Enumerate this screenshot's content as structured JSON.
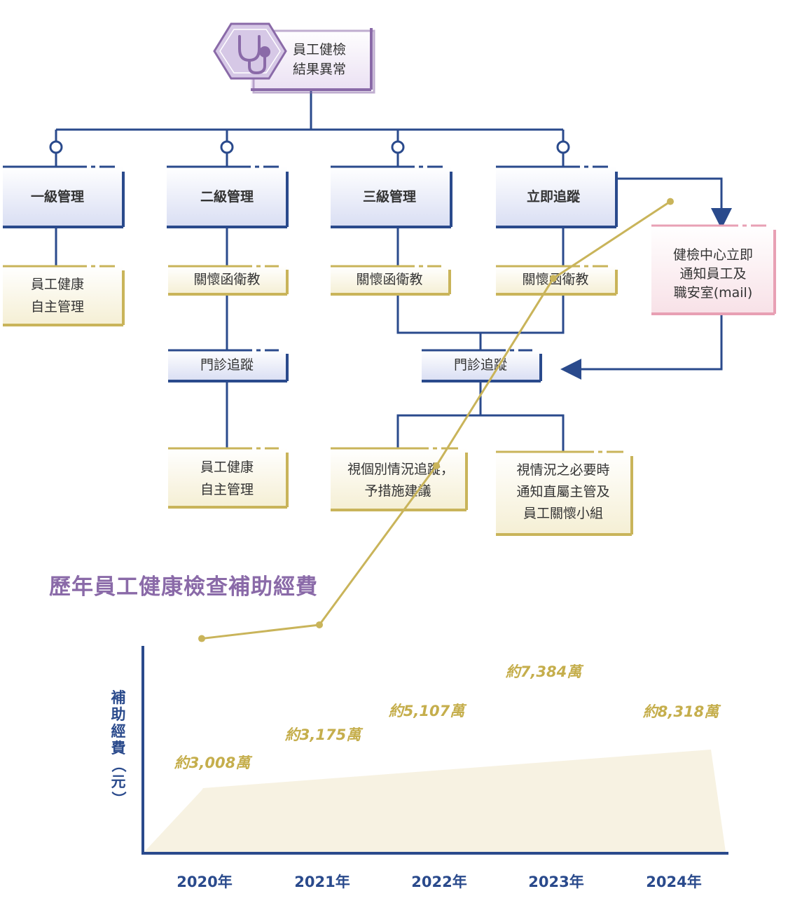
{
  "flowchart": {
    "root": {
      "lines": [
        "員工健檢",
        "結果異常"
      ],
      "icon": "stethoscope-icon"
    },
    "levels": [
      {
        "label": "一級管理"
      },
      {
        "label": "二級管理"
      },
      {
        "label": "三級管理"
      },
      {
        "label": "立即追蹤"
      }
    ],
    "level1_action": [
      "員工健康",
      "自主管理"
    ],
    "care_education": "關懷函衛教",
    "clinic_followup": "門診追蹤",
    "notify_box": [
      "健檢中心立即",
      "通知員工及",
      "職安室(mail)"
    ],
    "level2_result": [
      "員工健康",
      "自主管理"
    ],
    "individual_followup": [
      "視個別情況追蹤，",
      "予措施建議"
    ],
    "notify_manager": [
      "視情況之必要時",
      "通知直屬主管及",
      "員工關懷小組"
    ]
  },
  "section_title": "歷年員工健康檢查補助經費",
  "chart_data": {
    "type": "line",
    "title": "歷年員工健康檢查補助經費",
    "ylabel": "補助經費（元）",
    "xlabel": "",
    "categories": [
      "2020年",
      "2021年",
      "2022年",
      "2023年",
      "2024年"
    ],
    "series": [
      {
        "values": [
          3008,
          3175,
          5107,
          7384,
          8318
        ]
      }
    ],
    "data_labels": [
      "約3,008萬",
      "約3,175萬",
      "約5,107萬",
      "約7,384萬",
      "約8,318萬"
    ],
    "unit": "萬",
    "ylim": [
      0,
      10000
    ],
    "grid": false,
    "colors": {
      "line": "#c9b45a",
      "axis": "#2a4a8c",
      "area": "#f7f2e2"
    }
  }
}
